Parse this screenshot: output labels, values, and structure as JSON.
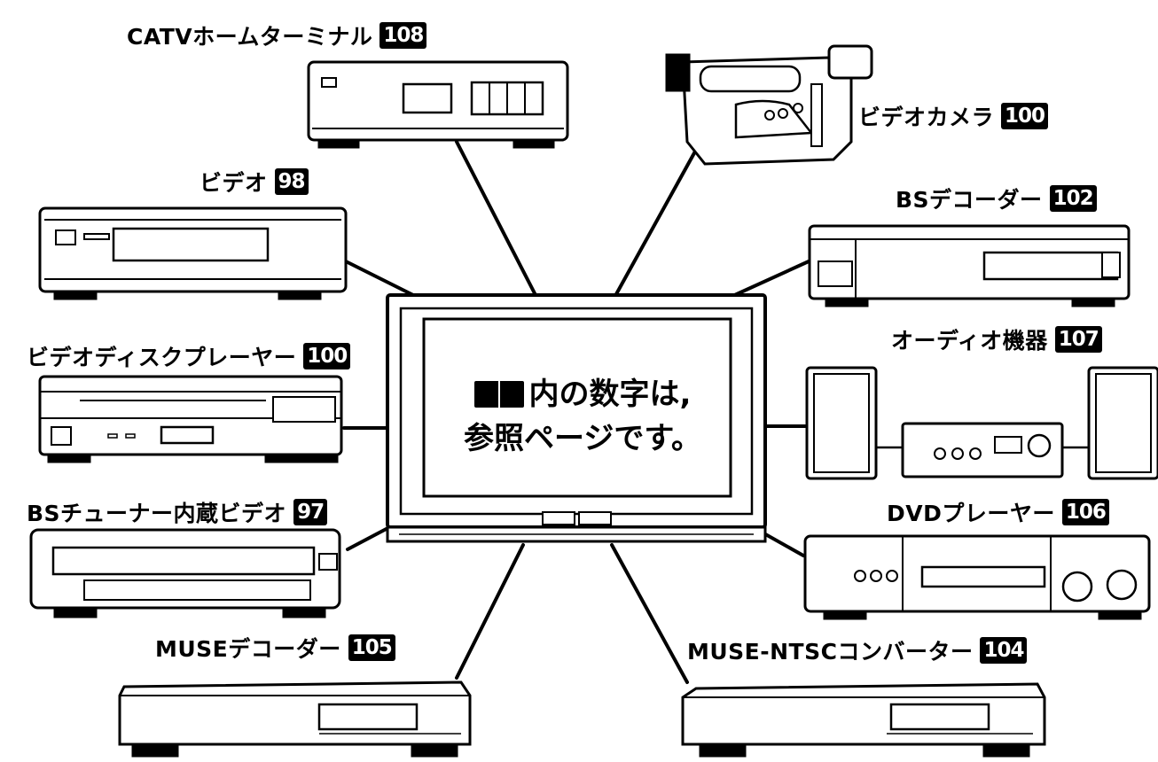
{
  "devices": {
    "catv": {
      "label": "CATVホームターミナル",
      "page": "108"
    },
    "video": {
      "label": "ビデオ",
      "page": "98"
    },
    "videodisc": {
      "label": "ビデオディスクプレーヤー",
      "page": "100"
    },
    "bs_video": {
      "label": "BSチューナー内蔵ビデオ",
      "page": "97"
    },
    "muse_decoder": {
      "label": "MUSEデコーダー",
      "page": "105"
    },
    "video_camera": {
      "label": "ビデオカメラ",
      "page": "100"
    },
    "bs_decoder": {
      "label": "BSデコーダー",
      "page": "102"
    },
    "audio": {
      "label": "オーディオ機器",
      "page": "107"
    },
    "dvd": {
      "label": "DVDプレーヤー",
      "page": "106"
    },
    "muse_ntsc": {
      "label": "MUSE-NTSCコンバーター",
      "page": "104"
    }
  },
  "screen": {
    "line1": "内の数字は,",
    "line2": "参照ページです。"
  }
}
